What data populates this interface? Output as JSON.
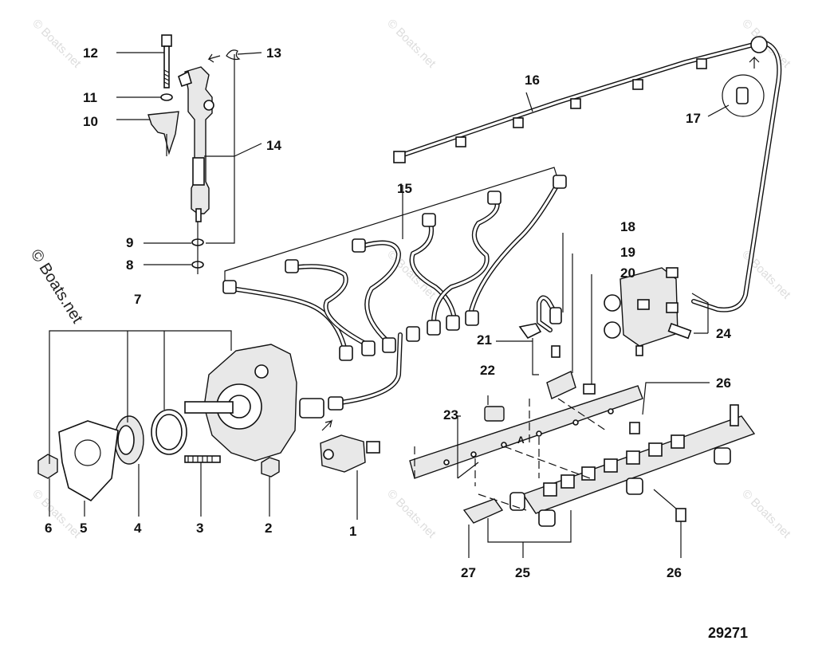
{
  "watermark": {
    "text": "© Boats.net",
    "side_text": "© Boats.net"
  },
  "diagram": {
    "reference_number": "29271",
    "section_mark": "A",
    "callouts": [
      {
        "id": "c1",
        "label": "1"
      },
      {
        "id": "c2",
        "label": "2"
      },
      {
        "id": "c3",
        "label": "3"
      },
      {
        "id": "c4",
        "label": "4"
      },
      {
        "id": "c5",
        "label": "5"
      },
      {
        "id": "c6",
        "label": "6"
      },
      {
        "id": "c7",
        "label": "7"
      },
      {
        "id": "c8",
        "label": "8"
      },
      {
        "id": "c9",
        "label": "9"
      },
      {
        "id": "c10",
        "label": "10"
      },
      {
        "id": "c11",
        "label": "11"
      },
      {
        "id": "c12",
        "label": "12"
      },
      {
        "id": "c13",
        "label": "13"
      },
      {
        "id": "c14",
        "label": "14"
      },
      {
        "id": "c15",
        "label": "15"
      },
      {
        "id": "c16",
        "label": "16"
      },
      {
        "id": "c17",
        "label": "17"
      },
      {
        "id": "c18",
        "label": "18"
      },
      {
        "id": "c19",
        "label": "19"
      },
      {
        "id": "c20",
        "label": "20"
      },
      {
        "id": "c21",
        "label": "21"
      },
      {
        "id": "c22",
        "label": "22"
      },
      {
        "id": "c23",
        "label": "23"
      },
      {
        "id": "c24",
        "label": "24"
      },
      {
        "id": "c25",
        "label": "25"
      },
      {
        "id": "c26a",
        "label": "26"
      },
      {
        "id": "c26b",
        "label": "26"
      },
      {
        "id": "c27",
        "label": "27"
      }
    ]
  }
}
